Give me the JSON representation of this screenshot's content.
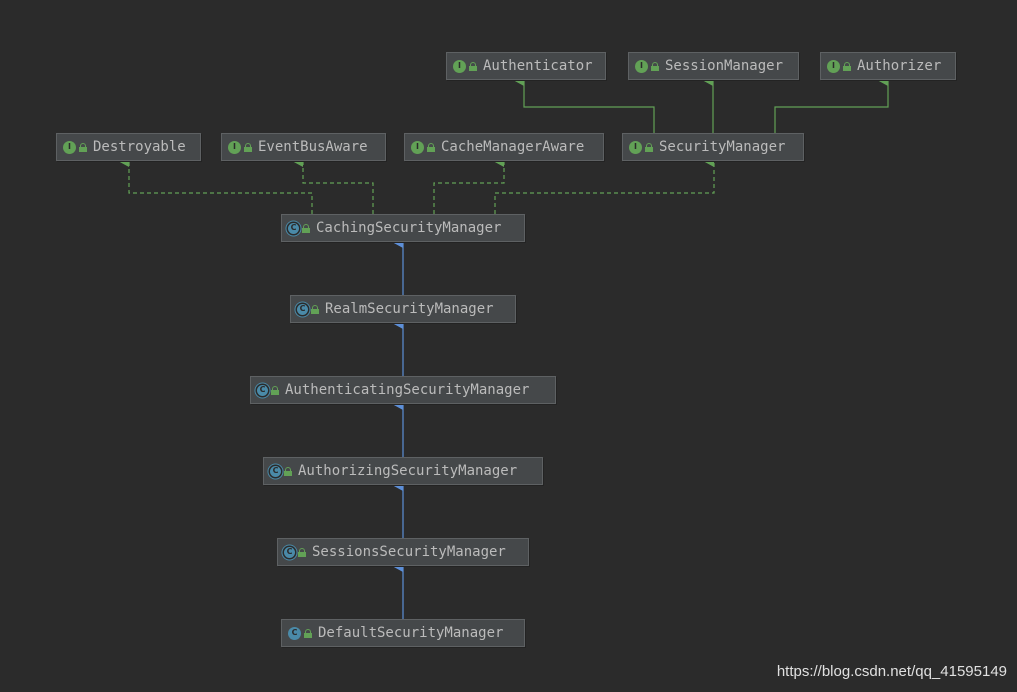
{
  "diagram": {
    "nodes": [
      {
        "id": "authenticator",
        "kind": "interface",
        "label": "Authenticator"
      },
      {
        "id": "session-manager",
        "kind": "interface",
        "label": "SessionManager"
      },
      {
        "id": "authorizer",
        "kind": "interface",
        "label": "Authorizer"
      },
      {
        "id": "destroyable",
        "kind": "interface",
        "label": "Destroyable"
      },
      {
        "id": "event-bus-aware",
        "kind": "interface",
        "label": "EventBusAware"
      },
      {
        "id": "cache-manager-aware",
        "kind": "interface",
        "label": "CacheManagerAware"
      },
      {
        "id": "security-manager",
        "kind": "interface",
        "label": "SecurityManager"
      },
      {
        "id": "caching-security-manager",
        "kind": "abstract",
        "label": "CachingSecurityManager"
      },
      {
        "id": "realm-security-manager",
        "kind": "abstract",
        "label": "RealmSecurityManager"
      },
      {
        "id": "authenticating-security-manager",
        "kind": "abstract",
        "label": "AuthenticatingSecurityManager"
      },
      {
        "id": "authorizing-security-manager",
        "kind": "abstract",
        "label": "AuthorizingSecurityManager"
      },
      {
        "id": "sessions-security-manager",
        "kind": "abstract",
        "label": "SessionsSecurityManager"
      },
      {
        "id": "default-security-manager",
        "kind": "class",
        "label": "DefaultSecurityManager"
      }
    ],
    "edges": [
      {
        "from": "security-manager",
        "to": "authenticator",
        "type": "extends-interface"
      },
      {
        "from": "security-manager",
        "to": "session-manager",
        "type": "extends-interface"
      },
      {
        "from": "security-manager",
        "to": "authorizer",
        "type": "extends-interface"
      },
      {
        "from": "caching-security-manager",
        "to": "destroyable",
        "type": "implements"
      },
      {
        "from": "caching-security-manager",
        "to": "event-bus-aware",
        "type": "implements"
      },
      {
        "from": "caching-security-manager",
        "to": "cache-manager-aware",
        "type": "implements"
      },
      {
        "from": "caching-security-manager",
        "to": "security-manager",
        "type": "implements"
      },
      {
        "from": "realm-security-manager",
        "to": "caching-security-manager",
        "type": "extends-class"
      },
      {
        "from": "authenticating-security-manager",
        "to": "realm-security-manager",
        "type": "extends-class"
      },
      {
        "from": "authorizing-security-manager",
        "to": "authenticating-security-manager",
        "type": "extends-class"
      },
      {
        "from": "sessions-security-manager",
        "to": "authorizing-security-manager",
        "type": "extends-class"
      },
      {
        "from": "default-security-manager",
        "to": "sessions-security-manager",
        "type": "extends-class"
      }
    ],
    "badge_letters": {
      "interface": "I",
      "abstract": "C",
      "class": "C"
    },
    "colors": {
      "background": "#2b2b2b",
      "interface_edge": "#62a156",
      "class_edge": "#5d8fd8",
      "node_fill": "#45484a",
      "node_text": "#bbbbbb"
    }
  },
  "watermark": "https://blog.csdn.net/qq_41595149"
}
